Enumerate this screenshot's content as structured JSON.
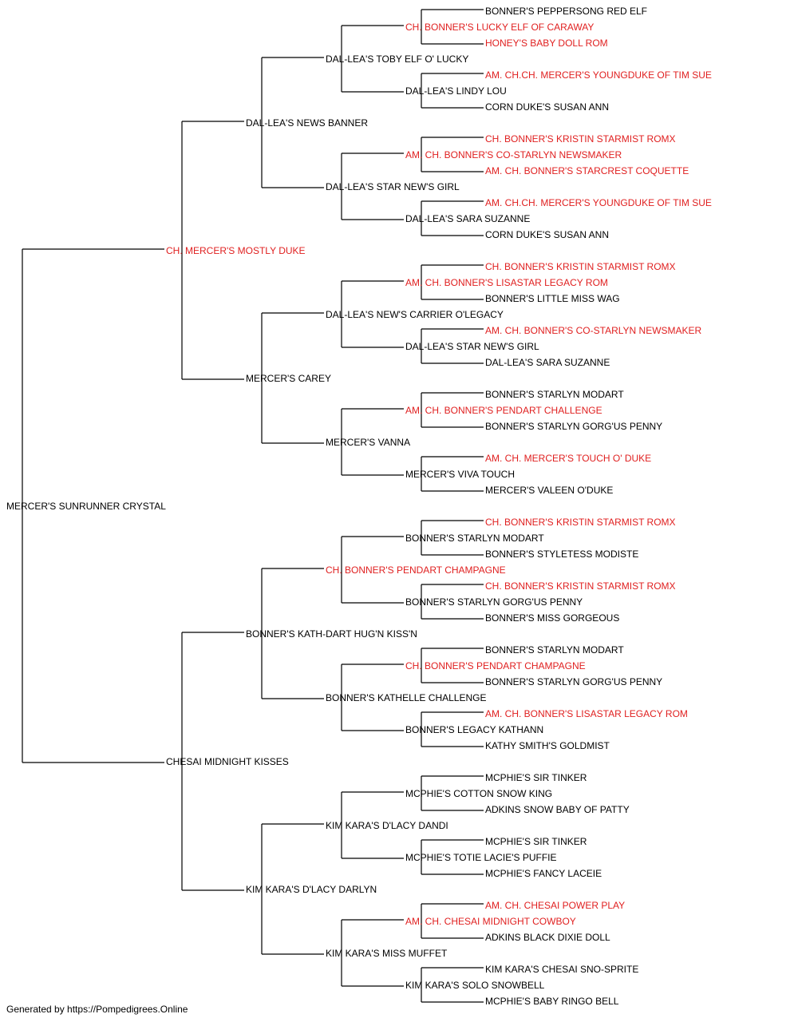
{
  "colors": {
    "champion": "#e02020",
    "regular": "#000000",
    "line": "#000000"
  },
  "pedigree": {
    "name": "MERCER'S SUNRUNNER CRYSTAL",
    "champion": false,
    "sire": {
      "name": "CH. MERCER'S MOSTLY DUKE",
      "champion": true,
      "sire": {
        "name": "DAL-LEA'S NEWS BANNER",
        "champion": false,
        "sire": {
          "name": "DAL-LEA'S TOBY ELF O' LUCKY",
          "champion": false,
          "sire": {
            "name": "CH. BONNER'S LUCKY ELF OF CARAWAY",
            "champion": true,
            "sire": {
              "name": "BONNER'S PEPPERSONG RED ELF",
              "champion": false
            },
            "dam": {
              "name": "HONEY'S BABY DOLL ROM",
              "champion": true
            }
          },
          "dam": {
            "name": "DAL-LEA'S LINDY LOU",
            "champion": false,
            "sire": {
              "name": "AM. CH.CH. MERCER'S YOUNGDUKE OF TIM SUE",
              "champion": true
            },
            "dam": {
              "name": "CORN DUKE'S SUSAN ANN",
              "champion": false
            }
          }
        },
        "dam": {
          "name": "DAL-LEA'S STAR NEW'S GIRL",
          "champion": false,
          "sire": {
            "name": "AM. CH. BONNER'S CO-STARLYN NEWSMAKER",
            "champion": true,
            "sire": {
              "name": "CH. BONNER'S KRISTIN STARMIST ROMX",
              "champion": true
            },
            "dam": {
              "name": "AM. CH. BONNER'S STARCREST COQUETTE",
              "champion": true
            }
          },
          "dam": {
            "name": "DAL-LEA'S SARA SUZANNE",
            "champion": false,
            "sire": {
              "name": "AM. CH.CH. MERCER'S YOUNGDUKE OF TIM SUE",
              "champion": true
            },
            "dam": {
              "name": "CORN DUKE'S SUSAN ANN",
              "champion": false
            }
          }
        }
      },
      "dam": {
        "name": "MERCER'S CAREY",
        "champion": false,
        "sire": {
          "name": "DAL-LEA'S NEW'S CARRIER O'LEGACY",
          "champion": false,
          "sire": {
            "name": "AM. CH. BONNER'S LISASTAR LEGACY ROM",
            "champion": true,
            "sire": {
              "name": "CH. BONNER'S KRISTIN STARMIST ROMX",
              "champion": true
            },
            "dam": {
              "name": "BONNER'S LITTLE MISS WAG",
              "champion": false
            }
          },
          "dam": {
            "name": "DAL-LEA'S STAR NEW'S GIRL",
            "champion": false,
            "sire": {
              "name": "AM. CH. BONNER'S CO-STARLYN NEWSMAKER",
              "champion": true
            },
            "dam": {
              "name": "DAL-LEA'S SARA SUZANNE",
              "champion": false
            }
          }
        },
        "dam": {
          "name": "MERCER'S VANNA",
          "champion": false,
          "sire": {
            "name": "AM. CH. BONNER'S PENDART CHALLENGE",
            "champion": true,
            "sire": {
              "name": "BONNER'S STARLYN MODART",
              "champion": false
            },
            "dam": {
              "name": "BONNER'S STARLYN GORG'US PENNY",
              "champion": false
            }
          },
          "dam": {
            "name": "MERCER'S VIVA TOUCH",
            "champion": false,
            "sire": {
              "name": "AM. CH. MERCER'S TOUCH O' DUKE",
              "champion": true
            },
            "dam": {
              "name": "MERCER'S VALEEN O'DUKE",
              "champion": false
            }
          }
        }
      }
    },
    "dam": {
      "name": "CHESAI MIDNIGHT KISSES",
      "champion": false,
      "sire": {
        "name": "BONNER'S KATH-DART HUG'N KISS'N",
        "champion": false,
        "sire": {
          "name": "CH. BONNER'S PENDART CHAMPAGNE",
          "champion": true,
          "sire": {
            "name": "BONNER'S STARLYN MODART",
            "champion": false,
            "sire": {
              "name": "CH. BONNER'S KRISTIN STARMIST ROMX",
              "champion": true
            },
            "dam": {
              "name": "BONNER'S STYLETESS MODISTE",
              "champion": false
            }
          },
          "dam": {
            "name": "BONNER'S STARLYN GORG'US PENNY",
            "champion": false,
            "sire": {
              "name": "CH. BONNER'S KRISTIN STARMIST ROMX",
              "champion": true
            },
            "dam": {
              "name": "BONNER'S MISS GORGEOUS",
              "champion": false
            }
          }
        },
        "dam": {
          "name": "BONNER'S KATHELLE CHALLENGE",
          "champion": false,
          "sire": {
            "name": "CH. BONNER'S PENDART CHAMPAGNE",
            "champion": true,
            "sire": {
              "name": "BONNER'S STARLYN MODART",
              "champion": false
            },
            "dam": {
              "name": "BONNER'S STARLYN GORG'US PENNY",
              "champion": false
            }
          },
          "dam": {
            "name": "BONNER'S LEGACY KATHANN",
            "champion": false,
            "sire": {
              "name": "AM. CH. BONNER'S LISASTAR LEGACY ROM",
              "champion": true
            },
            "dam": {
              "name": "KATHY SMITH'S GOLDMIST",
              "champion": false
            }
          }
        }
      },
      "dam": {
        "name": "KIM KARA'S D'LACY DARLYN",
        "champion": false,
        "sire": {
          "name": "KIM KARA'S D'LACY DANDI",
          "champion": false,
          "sire": {
            "name": "MCPHIE'S COTTON SNOW KING",
            "champion": false,
            "sire": {
              "name": "MCPHIE'S SIR TINKER",
              "champion": false
            },
            "dam": {
              "name": "ADKINS SNOW BABY OF PATTY",
              "champion": false
            }
          },
          "dam": {
            "name": "MCPHIE'S TOTIE LACIE'S PUFFIE",
            "champion": false,
            "sire": {
              "name": "MCPHIE'S SIR TINKER",
              "champion": false
            },
            "dam": {
              "name": "MCPHIE'S FANCY LACEIE",
              "champion": false
            }
          }
        },
        "dam": {
          "name": "KIM KARA'S MISS MUFFET",
          "champion": false,
          "sire": {
            "name": "AM. CH. CHESAI MIDNIGHT COWBOY",
            "champion": true,
            "sire": {
              "name": "AM. CH. CHESAI POWER PLAY",
              "champion": true
            },
            "dam": {
              "name": "ADKINS BLACK DIXIE DOLL",
              "champion": false
            }
          },
          "dam": {
            "name": "KIM KARA'S SOLO SNOWBELL",
            "champion": false,
            "sire": {
              "name": "KIM KARA'S CHESAI SNO-SPRITE",
              "champion": false
            },
            "dam": {
              "name": "MCPHIE'S BABY RINGO BELL",
              "champion": false
            }
          }
        }
      }
    }
  },
  "footer": "Generated by https://Pompedigrees.Online"
}
